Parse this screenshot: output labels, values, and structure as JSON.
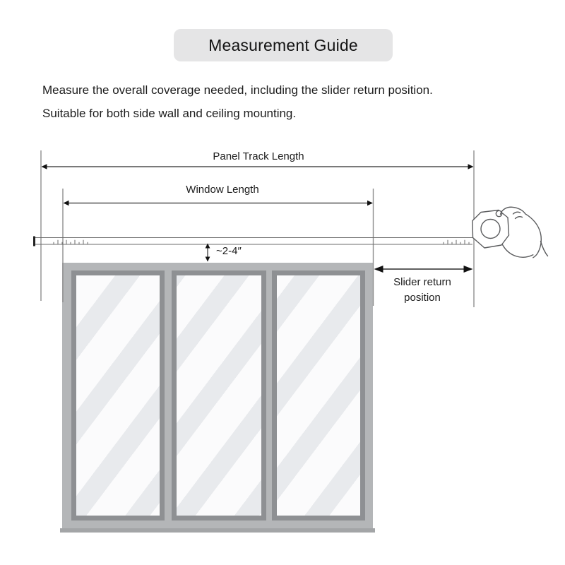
{
  "title": "Measurement Guide",
  "description": {
    "line1": "Measure the overall coverage needed, including the slider return position.",
    "line2": "Suitable for both side wall and ceiling mounting."
  },
  "diagram": {
    "labels": {
      "panel_track": "Panel Track Length",
      "window_length": "Window Length",
      "gap": "~2-4″",
      "slider_return_line1": "Slider return",
      "slider_return_line2": "position"
    },
    "icons": {
      "tape_measure": "tape-measure-in-hand-icon",
      "window": "three-panel-window-illustration"
    },
    "colors": {
      "text": "#1a1a1a",
      "title_badge_bg": "#e5e5e6",
      "dimension_line": "#2b2b2b",
      "extension_line": "#8f8f8f",
      "sketch_line": "#5b5c5e",
      "tape_line": "#6b6b6b",
      "window_frame": "#b4b6b8",
      "pane_border": "#8e9093",
      "glass": "#fbfbfc",
      "glass_stripe": "#e8eaed",
      "window_sill": "#a3a5a7"
    }
  }
}
